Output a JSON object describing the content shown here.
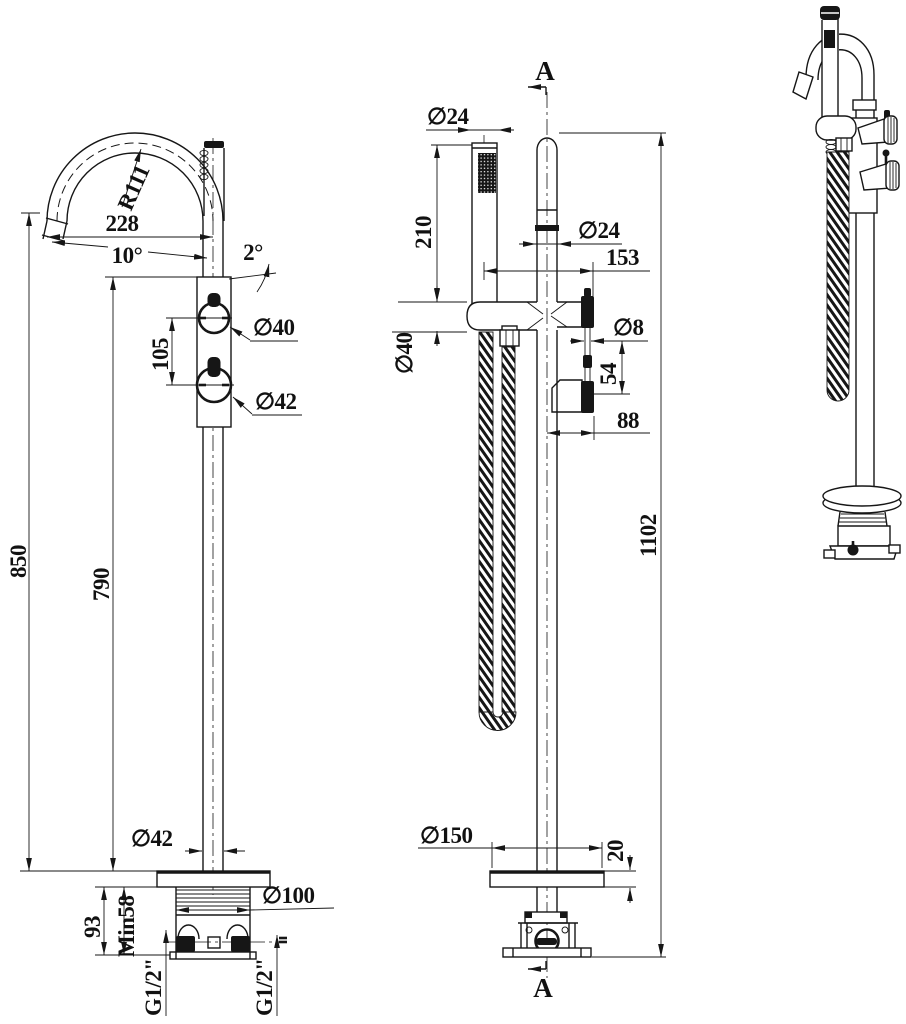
{
  "colors": {
    "ink": "#161616",
    "paper": "#ffffff"
  },
  "front_view": {
    "spout_radius": "R111",
    "spout_reach": "228",
    "spout_angle": "10°",
    "body_tilt": "2°",
    "handle_spacing": "105",
    "upper_handle_dia": "∅40",
    "lower_handle_dia": "∅42",
    "spout_height": "850",
    "body_height": "790",
    "column_dia": "∅42",
    "trim_dia": "∅100",
    "base_height": "93",
    "min_install": "Min58",
    "inlet_left": "G1/2\"",
    "inlet_right": "G1/2\""
  },
  "section_view": {
    "section_mark_top": "A",
    "section_mark_bottom": "A",
    "handshower_dia": "∅24",
    "handshower_length": "210",
    "spout_pipe_dia": "∅24",
    "handshower_offset": "153",
    "holder_dia": "∅40",
    "valve_stem_dia": "∅8",
    "handle_gap": "54",
    "handle_reach": "88",
    "overall_height": "1102",
    "base_plate_dia": "∅150",
    "base_plate_thk": "20"
  }
}
